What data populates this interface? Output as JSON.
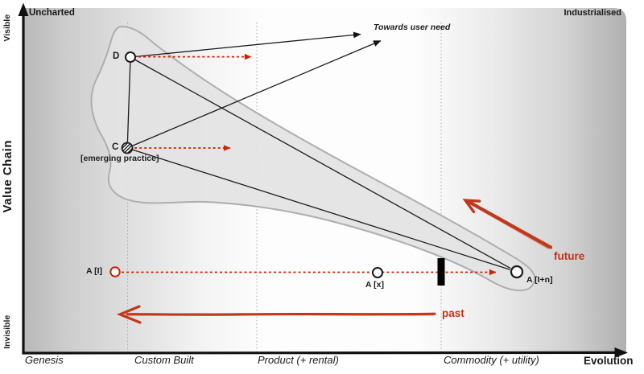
{
  "map": {
    "corner_labels": {
      "top_left": "Uncharted",
      "top_right": "Industrialised"
    },
    "y_axis": {
      "title": "Value Chain",
      "top": "Visible",
      "bottom": "Invisible"
    },
    "x_axis": {
      "title": "Evolution",
      "stages": [
        "Genesis",
        "Custom Built",
        "Product (+ rental)",
        "Commodity (+ utility)"
      ]
    },
    "nodes": {
      "d": {
        "label": "D"
      },
      "c": {
        "label": "C",
        "sublabel": "[emerging practice]"
      },
      "a1": {
        "label": "A [I]"
      },
      "ax": {
        "label": "A [x]"
      },
      "a1n": {
        "label": "A [I+n]"
      }
    },
    "annotations": {
      "towards_user_need": "Towards user need",
      "future": "future",
      "past": "past"
    },
    "colors": {
      "accent_red": "#c43318",
      "dashed_red": "#cc2200",
      "blob_fill": "#e3e3e3",
      "blob_stroke": "#aeaeae",
      "axis_black": "#111111"
    }
  }
}
